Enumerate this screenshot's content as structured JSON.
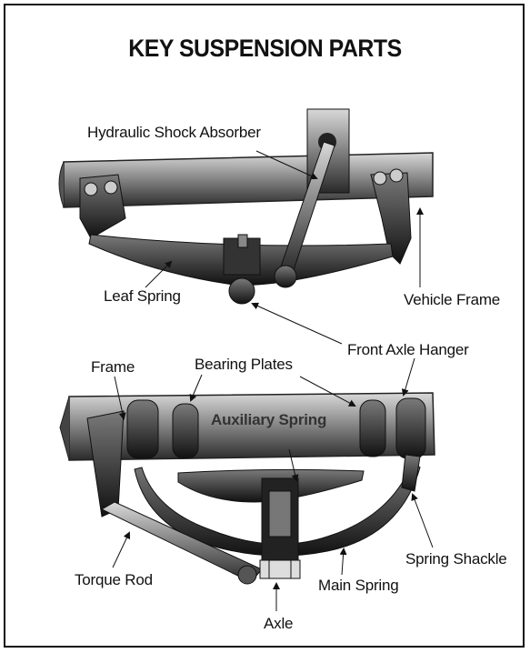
{
  "title": "KEY SUSPENSION PARTS",
  "top_diagram": {
    "labels": {
      "shock_absorber": "Hydraulic Shock Absorber",
      "leaf_spring": "Leaf Spring",
      "vehicle_frame": "Vehicle Frame",
      "front_axle_hanger": "Front Axle Hanger"
    }
  },
  "bottom_diagram": {
    "labels": {
      "frame": "Frame",
      "bearing_plates": "Bearing Plates",
      "auxiliary_spring": "Auxiliary Spring",
      "torque_rod": "Torque Rod",
      "main_spring": "Main Spring",
      "spring_shackle": "Spring Shackle",
      "axle": "Axle"
    }
  }
}
